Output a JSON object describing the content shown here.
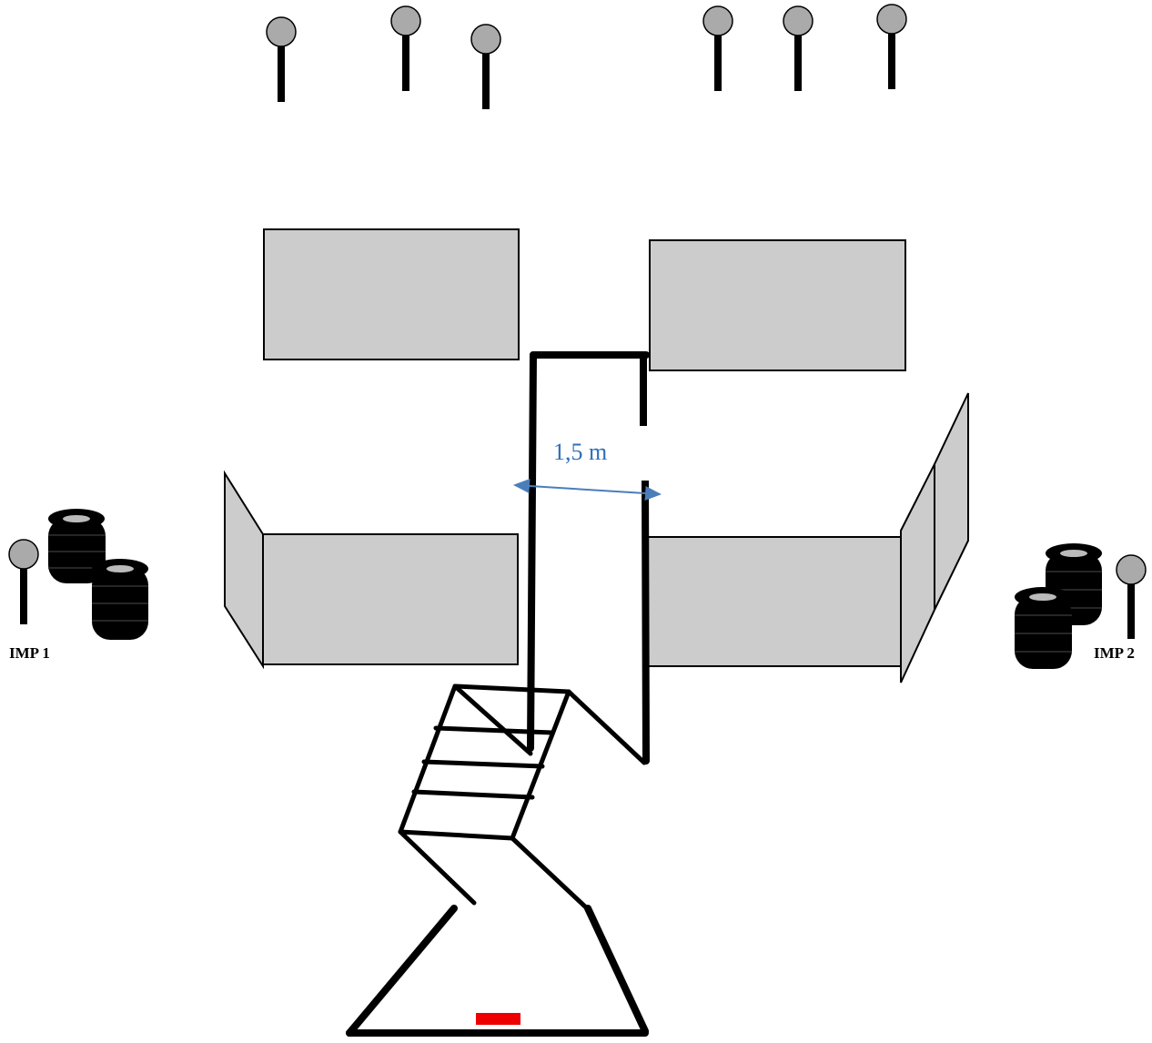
{
  "labels": {
    "imp1": "IMP 1",
    "imp2": "IMP 2",
    "corridor_width": "1,5 m"
  },
  "colors": {
    "panel_fill": "#cccccc",
    "pole_fill": "#aaaaaa",
    "line": "#000000",
    "measure_arrow": "#4a7ebb",
    "measure_text": "#2e6fb7",
    "start_marker": "#ee0000",
    "tire_hole": "#bbbbbb"
  },
  "icons": {
    "pole": "pole-marker-icon",
    "tires": "tire-stack-icon",
    "start": "start-marker-icon"
  }
}
